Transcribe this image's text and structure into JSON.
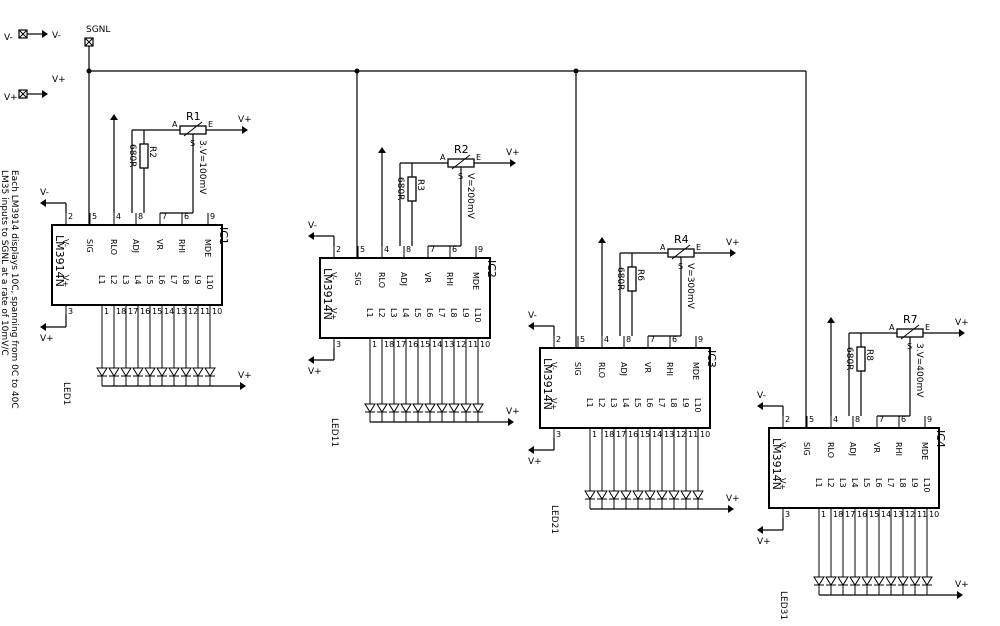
{
  "supply": {
    "vminus": "V-",
    "vplus": "V+",
    "sgnl": "SGNL",
    "vminus_short": "V-",
    "vplus_short": "V+"
  },
  "note": {
    "line1": "LM35 inputs to SGNL at a rate of 10mV/C",
    "line2": "Each LM3914 displays 10C, spanning from 0C to 40C"
  },
  "stages": [
    {
      "ic": "IC1",
      "part": "LM3914N",
      "pot": "R1",
      "res": "R2",
      "res_val": "680R",
      "vref": "3.V=100mV",
      "led": "LED1",
      "vplus": "V+",
      "vminus": "V-",
      "pins_top": [
        "V-",
        "SIG",
        "RLO",
        "ADJ",
        "VR",
        "RHI",
        "MDE"
      ],
      "pin_nums_top": [
        "2",
        "5",
        "4",
        "8",
        "7",
        "6",
        "9"
      ],
      "pins_bot": [
        "V+",
        "L1",
        "L2",
        "L3",
        "L4",
        "L5",
        "L6",
        "L7",
        "L8",
        "L9",
        "L10"
      ],
      "pin_nums_bot": [
        "3",
        "1",
        "18",
        "17",
        "16",
        "15",
        "14",
        "13",
        "12",
        "11",
        "10"
      ]
    },
    {
      "ic": "IC2",
      "part": "LM3914N",
      "pot": "R2",
      "res": "R3",
      "res_val": "680R",
      "vref": "V=200mV",
      "led": "LED11",
      "vplus": "V+",
      "vminus": "V-",
      "pins_top": [
        "V-",
        "SIG",
        "RLO",
        "ADJ",
        "VR",
        "RHI",
        "MDE"
      ],
      "pin_nums_top": [
        "2",
        "5",
        "4",
        "8",
        "7",
        "6",
        "9"
      ],
      "pins_bot": [
        "V+",
        "L1",
        "L2",
        "L3",
        "L4",
        "L5",
        "L6",
        "L7",
        "L8",
        "L9",
        "L10"
      ],
      "pin_nums_bot": [
        "3",
        "1",
        "18",
        "17",
        "16",
        "15",
        "14",
        "13",
        "12",
        "11",
        "10"
      ]
    },
    {
      "ic": "IC3",
      "part": "LM3914N",
      "pot": "R4",
      "res": "R6",
      "res_val": "680R",
      "vref": "V=300mV",
      "led": "LED21",
      "vplus": "V+",
      "vminus": "V-",
      "pins_top": [
        "V-",
        "SIG",
        "RLO",
        "ADJ",
        "VR",
        "RHI",
        "MDE"
      ],
      "pin_nums_top": [
        "2",
        "5",
        "4",
        "8",
        "7",
        "6",
        "9"
      ],
      "pins_bot": [
        "V+",
        "L1",
        "L2",
        "L3",
        "L4",
        "L5",
        "L6",
        "L7",
        "L8",
        "L9",
        "L10"
      ],
      "pin_nums_bot": [
        "3",
        "1",
        "18",
        "17",
        "16",
        "15",
        "14",
        "13",
        "12",
        "11",
        "10"
      ]
    },
    {
      "ic": "IC4",
      "part": "LM3914N",
      "pot": "R7",
      "res": "R8",
      "res_val": "680R",
      "vref": "3.V=400mV",
      "led": "LED31",
      "vplus": "V+",
      "vminus": "V-",
      "pins_top": [
        "V-",
        "SIG",
        "RLO",
        "ADJ",
        "VR",
        "RHI",
        "MDE"
      ],
      "pin_nums_top": [
        "2",
        "5",
        "4",
        "8",
        "7",
        "6",
        "9"
      ],
      "pins_bot": [
        "V+",
        "L1",
        "L2",
        "L3",
        "L4",
        "L5",
        "L6",
        "L7",
        "L8",
        "L9",
        "L10"
      ],
      "pin_nums_bot": [
        "3",
        "1",
        "18",
        "17",
        "16",
        "15",
        "14",
        "13",
        "12",
        "11",
        "10"
      ]
    }
  ],
  "pot_pins": {
    "a": "A",
    "e": "E",
    "s": "S"
  }
}
